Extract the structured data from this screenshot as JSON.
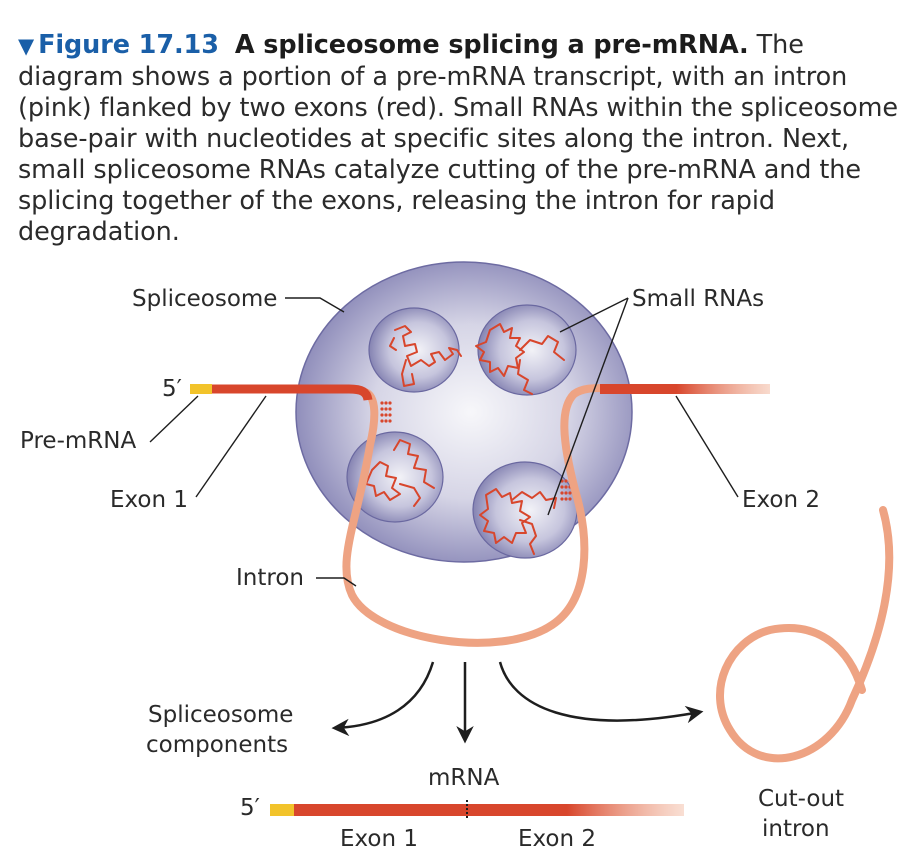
{
  "caption": {
    "figure_number": "Figure 17.13",
    "title": "A spliceosome splicing a pre-mRNA.",
    "body": "The diagram shows a portion of a pre-mRNA transcript, with an intron (pink) flanked by two exons (red). Small RNAs within the spliceosome base-pair with nucleotides at specific sites along the intron. Next, small spliceosome RNAs catalyze cutting of the pre-mRNA and the splicing together of the exons, releasing the intron for rapid degradation."
  },
  "labels": {
    "spliceosome": "Spliceosome",
    "small_rnas": "Small RNAs",
    "five_prime_top": "5′",
    "pre_mrna": "Pre-mRNA",
    "exon1_top": "Exon 1",
    "exon2_top": "Exon 2",
    "intron": "Intron",
    "spliceosome_components": [
      "Spliceosome",
      "components"
    ],
    "mrna": "mRNA",
    "five_prime_bottom": "5′",
    "exon1_bottom": "Exon 1",
    "exon2_bottom": "Exon 2",
    "cut_out_intron": [
      "Cut-out",
      "intron"
    ]
  },
  "colors": {
    "exon": "#d8462c",
    "intron": "#eea383",
    "cap": "#f2c32a",
    "spliceosome": "#8a88b8",
    "small_rna": "#d8462c",
    "title_blue": "#1a5fa8"
  }
}
